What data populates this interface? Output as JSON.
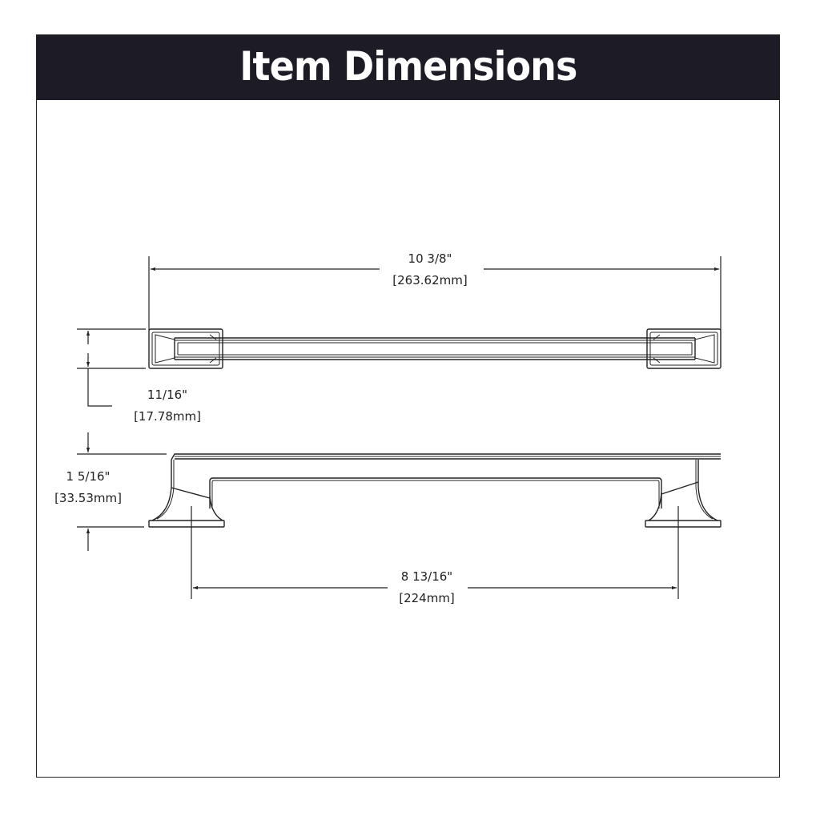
{
  "header": {
    "title": "Item Dimensions",
    "background_color": "#1c1b26",
    "text_color": "#ffffff"
  },
  "drawing": {
    "line_color": "#222222",
    "top_view": {
      "overall_length": {
        "imperial": "10 3/8\"",
        "metric": "[263.62mm]"
      },
      "width": {
        "imperial": "11/16\"",
        "metric": "[17.78mm]"
      }
    },
    "side_view": {
      "height": {
        "imperial": "1 5/16\"",
        "metric": "[33.53mm]"
      },
      "center_to_center": {
        "imperial": "8 13/16\"",
        "metric": "[224mm]"
      }
    }
  }
}
